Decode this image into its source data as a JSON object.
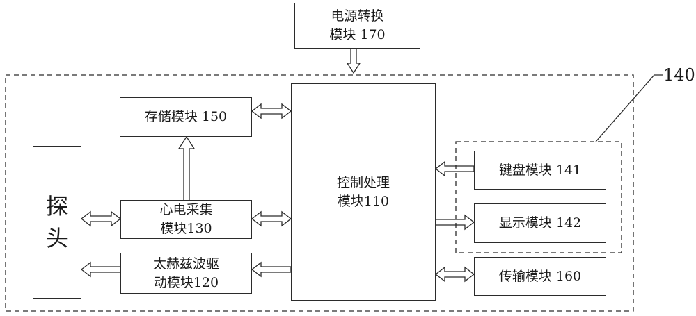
{
  "blocks": {
    "power": {
      "line1": "电源转换",
      "line2": "模块 170"
    },
    "storage": {
      "label": "存储模块 150"
    },
    "probe": {
      "line1": "探",
      "line2": "头"
    },
    "ecg": {
      "line1": "心电采集",
      "line2": "模块130"
    },
    "thz": {
      "line1": "太赫兹波驱",
      "line2": "动模块120"
    },
    "control": {
      "line1": "控制处理",
      "line2": "模块110"
    },
    "keyboard": {
      "label": "键盘模块 141"
    },
    "display": {
      "label": "显示模块 142"
    },
    "transfer": {
      "label": "传输模块 160"
    }
  },
  "callout": {
    "label": "140"
  },
  "colors": {
    "line": "#2b2b2b",
    "background": "#ffffff"
  }
}
